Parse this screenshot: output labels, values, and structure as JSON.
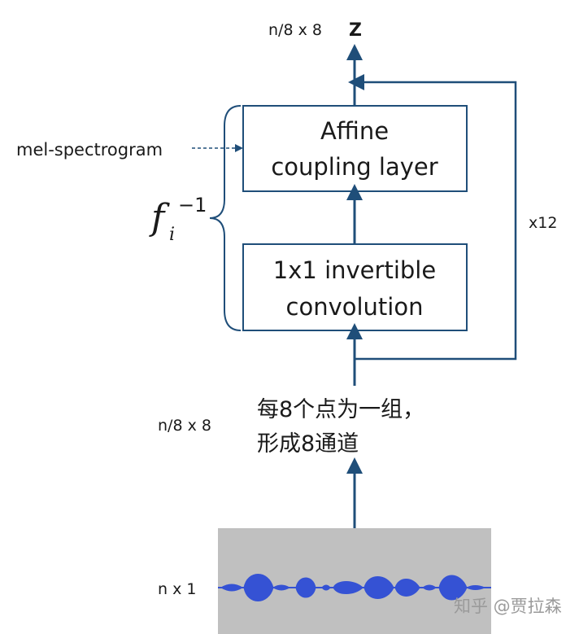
{
  "top": {
    "dims_label": "n/8 x 8",
    "z_label": "Z"
  },
  "mel_input": {
    "label": "mel-spectrogram"
  },
  "affine_box": {
    "line1": "Affine",
    "line2": "coupling layer"
  },
  "conv_box": {
    "line1": "1x1 invertible",
    "line2": "convolution"
  },
  "loop": {
    "label": "x12"
  },
  "function": {
    "base": "f",
    "subscript": "i",
    "superscript": "−1"
  },
  "grouping": {
    "line1": "每8个点为一组，",
    "line2": "形成8通道",
    "dims_label": "n/8 x 8"
  },
  "waveform": {
    "dims_label": "n x 1"
  },
  "watermark": {
    "text": "知乎 @贾拉森"
  },
  "colors": {
    "arrow": "#1f4e79",
    "box_border": "#1f4e79",
    "waveform_bg": "#c0c0c0",
    "waveform": "#3552d4"
  }
}
